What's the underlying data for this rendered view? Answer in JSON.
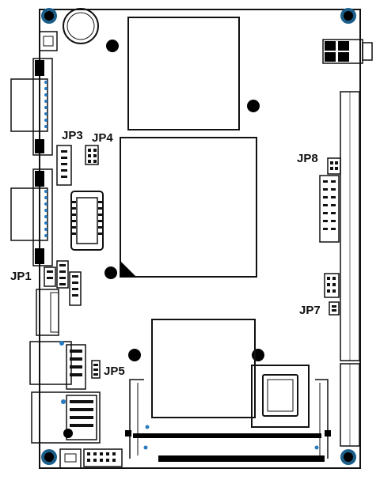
{
  "jumper_labels": {
    "jp1": "JP1",
    "jp3": "JP3",
    "jp4": "JP4",
    "jp5": "JP5",
    "jp7": "JP7",
    "jp8": "JP8"
  },
  "colors": {
    "outline": "#111111",
    "mount_hole": "#1b5e8a",
    "pin": "#2a7bbf",
    "fill": "#000000"
  }
}
